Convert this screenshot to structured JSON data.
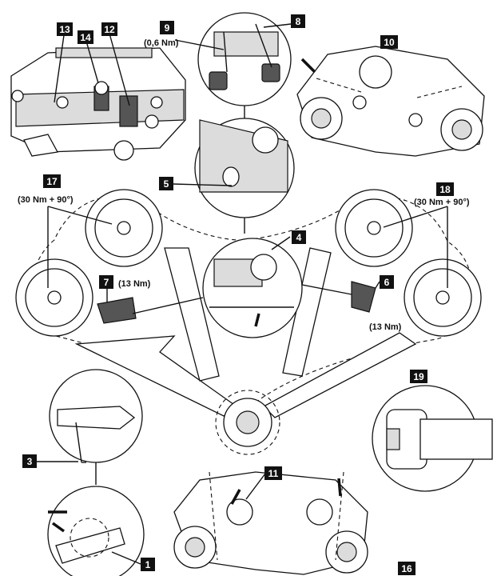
{
  "callouts": [
    {
      "id": "c13",
      "text": "13"
    },
    {
      "id": "c14",
      "text": "14"
    },
    {
      "id": "c12",
      "text": "12"
    },
    {
      "id": "c9",
      "text": "9"
    },
    {
      "id": "c8",
      "text": "8"
    },
    {
      "id": "c10",
      "text": "10"
    },
    {
      "id": "c5",
      "text": "5"
    },
    {
      "id": "c17",
      "text": "17"
    },
    {
      "id": "c18",
      "text": "18"
    },
    {
      "id": "c4",
      "text": "4"
    },
    {
      "id": "c7",
      "text": "7"
    },
    {
      "id": "c6",
      "text": "6"
    },
    {
      "id": "c19",
      "text": "19"
    },
    {
      "id": "c3",
      "text": "3"
    },
    {
      "id": "c11",
      "text": "11"
    },
    {
      "id": "c1",
      "text": "1"
    },
    {
      "id": "c16",
      "text": "16"
    }
  ],
  "torques": {
    "t9": "(0,6 Nm)",
    "t17": "(30 Nm + 90°)",
    "t18": "(30 Nm + 90°)",
    "t7": "(13 Nm)",
    "t6": "(13 Nm)"
  }
}
